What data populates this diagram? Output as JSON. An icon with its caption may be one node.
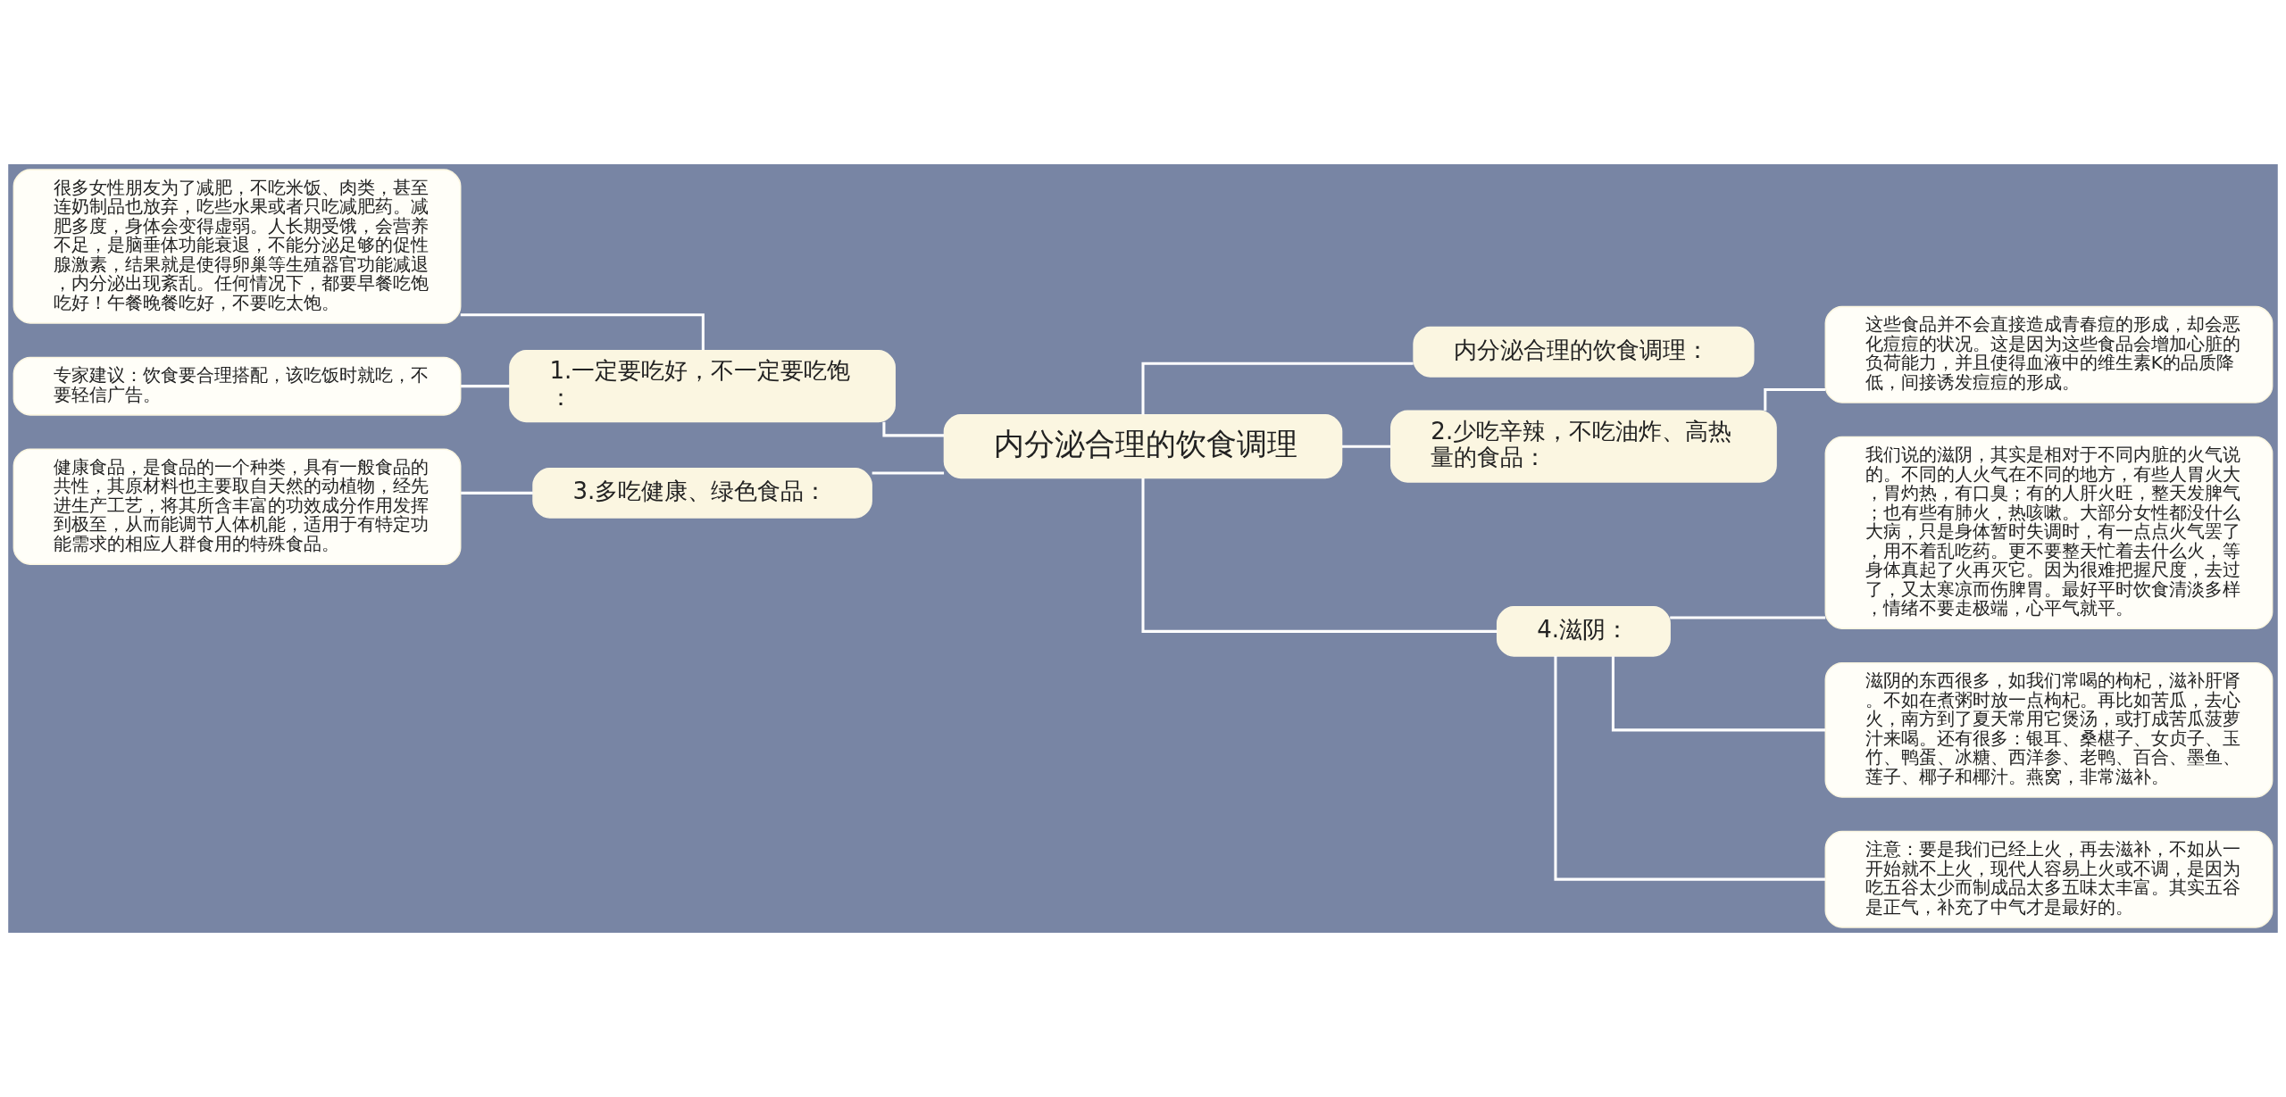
{
  "diagram": {
    "nodes": [
      {
        "text": [
          "内分泌合理的饮食调理"
        ]
      },
      {
        "text": [
          "1.一定要吃好，不一定要吃饱："
        ]
      },
      {
        "text": [
          "很多女性朋友为了减肥，不吃米饭、肉类，甚至连奶制品也放弃，吃些水果或者只吃减肥药。减肥多度，身体会变得虚弱。人长期受饿，会营养不足，是脑垂体功能衰退，不能分泌足够的促性腺激素，结果就是使得卵巢等生殖器官功能减退，内分泌出现紊乱。任何情况下，都要早餐吃饱吃好！午餐晚餐吃好，不要吃太饱。"
        ]
      },
      {
        "text": [
          "专家建议：饮食要合理搭配，该吃饭时就吃，不要轻信广告。"
        ]
      },
      {
        "text": [
          "3.多吃健康、绿色食品："
        ]
      },
      {
        "text": [
          "健康食品，是食品的一个种类，具有一般食品的共性，其原材料也主要取自天然的动植物，经先进生产工艺，将其所含丰富的功效成分作用发挥到极至，从而能调节人体机能，适用于有特定功能需求的相应人群食用的特殊食品。"
        ]
      },
      {
        "text": [
          "内分泌合理的饮食调理："
        ]
      },
      {
        "text": [
          "2.少吃辛辣，不吃油炸、高热量的食品："
        ]
      },
      {
        "text": [
          "这些食品并不会直接造成青春痘的形成，却会恶化痘痘的状况。这是因为这些食品会增加心脏的负荷能力，并且使得血液中的维生素K的品质降低，间接诱发痘痘的形成。"
        ]
      },
      {
        "text": [
          "4.滋阴："
        ]
      },
      {
        "text": [
          "我们说的滋阴，其实是相对于不同内脏的火气说的。不同的人火气在不同的地方，有些人胃火大，胃灼热，有口臭；有的人肝火旺，整天发脾气；也有些有肺火，热咳嗽。大部分女性都没什么大病，只是身体暂时失调时，有一点点火气罢了，用不着乱吃药。更不要整天忙着去什么火，等身体真起了火再灭它。因为很难把握尺度，去过了，又太寒凉而伤脾胃。最好平时饮食清淡多样，情绪不要走极端，心平气就平。"
        ]
      },
      {
        "text": [
          "滋阴的东西很多，如我们常喝的枸杞，滋补肝肾。不如在煮粥时放一点枸杞。再比如苦瓜，去心火，南方到了夏天常用它煲汤，或打成苦瓜菠萝汁来喝。还有很多：银耳、桑椹子、女贞子、玉竹、鸭蛋、冰糖、西洋参、老鸭、百合、墨鱼、莲子、椰子和椰汁。燕窝，非常滋补。"
        ]
      },
      {
        "text": [
          "注意：要是我们已经上火，再去滋补，不如从一开始就不上火，现代人容易上火或不调，是因为吃五谷太少而制成品太多五味太丰富。其实五谷是正气，补充了中气才是最好的。"
        ]
      }
    ],
    "edges": [
      {
        "from": 0,
        "to": 1,
        "arrow": "none"
      },
      {
        "from": 1,
        "to": 2,
        "arrow": "none"
      },
      {
        "from": 1,
        "to": 3,
        "arrow": "none"
      },
      {
        "from": 0,
        "to": 4,
        "arrow": "none"
      },
      {
        "from": 4,
        "to": 5,
        "arrow": "none"
      },
      {
        "from": 0,
        "to": 6,
        "arrow": "none"
      },
      {
        "from": 0,
        "to": 7,
        "arrow": "none"
      },
      {
        "from": 7,
        "to": 8,
        "arrow": "none"
      },
      {
        "from": 0,
        "to": 9,
        "arrow": "none"
      },
      {
        "from": 9,
        "to": 10,
        "arrow": "none"
      },
      {
        "from": 9,
        "to": 11,
        "arrow": "none"
      },
      {
        "from": 9,
        "to": 12,
        "arrow": "none"
      }
    ]
  }
}
